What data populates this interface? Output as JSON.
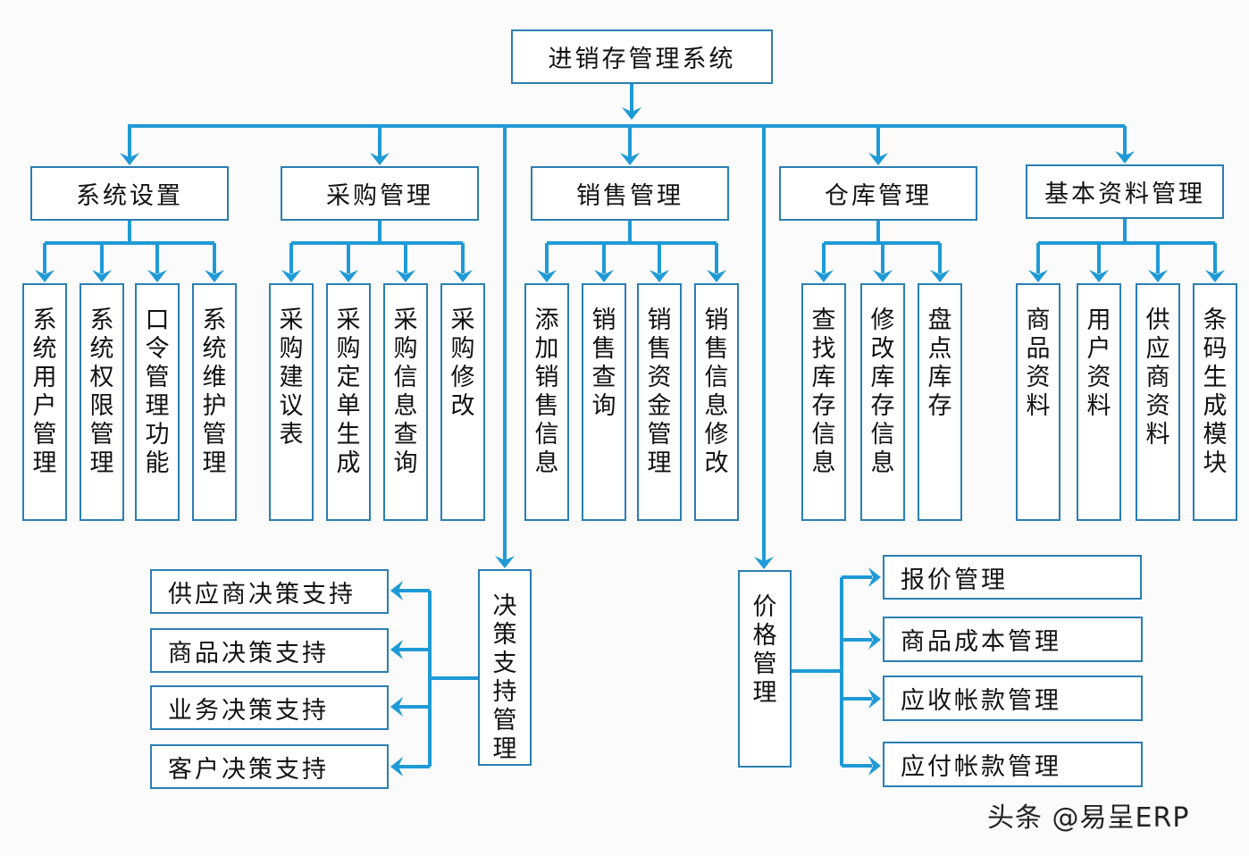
{
  "root": {
    "label": "进销存管理系统"
  },
  "modules": [
    {
      "label": "系统设置",
      "children": [
        "系统用户管理",
        "系统权限管理",
        "口令管理功能",
        "系统维护管理"
      ]
    },
    {
      "label": "采购管理",
      "children": [
        "采购建议表",
        "采购定单生成",
        "采购信息查询",
        "采购修改"
      ]
    },
    {
      "label": "销售管理",
      "children": [
        "添加销售信息",
        "销售查询",
        "销售资金管理",
        "销售信息修改"
      ]
    },
    {
      "label": "仓库管理",
      "children": [
        "查找库存信息",
        "修改库存信息",
        "盘点库存"
      ]
    },
    {
      "label": "基本资料管理",
      "children": [
        "商品资料",
        "用户资料",
        "供应商资料",
        "条码生成模块"
      ]
    }
  ],
  "decision": {
    "label": "决策支持管理",
    "children": [
      "供应商决策支持",
      "商品决策支持",
      "业务决策支持",
      "客户决策支持"
    ]
  },
  "pricing": {
    "label": "价格管理",
    "children": [
      "报价管理",
      "商品成本管理",
      "应收帐款管理",
      "应付帐款管理"
    ]
  },
  "watermark": "头条 @易呈ERP",
  "colors": {
    "line": "#1f9ad6",
    "border": "#2a7fb3",
    "text": "#111111",
    "background": "#fbfbfb"
  }
}
